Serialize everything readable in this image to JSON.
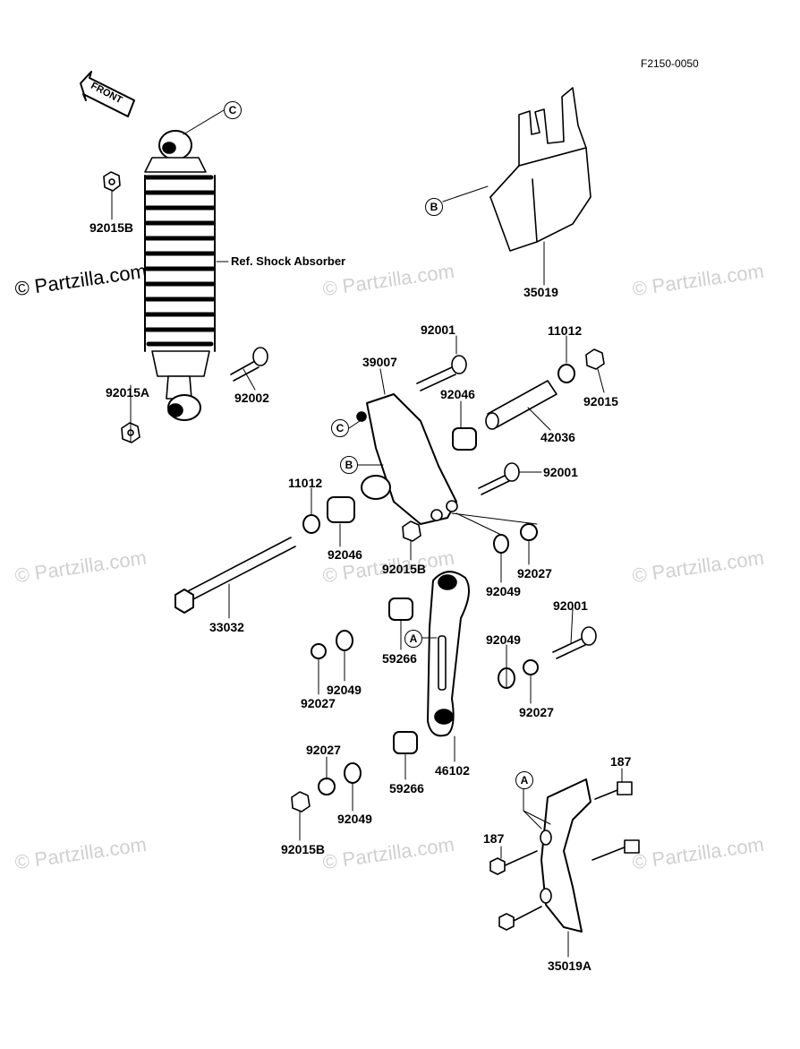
{
  "figure_code": "F2150-0050",
  "front_label": "FRONT",
  "ref_text": "Ref. Shock Absorber",
  "watermark": "© Partzilla.com",
  "part_labels": {
    "p92015B_top": "92015B",
    "p92015A": "92015A",
    "p92002": "92002",
    "p35019": "35019",
    "p92001_a": "92001",
    "p39007": "39007",
    "p11012_a": "11012",
    "p92015": "92015",
    "p92046_a": "92046",
    "p42036": "42036",
    "p92001_b": "92001",
    "p11012_b": "11012",
    "p92046_b": "92046",
    "p92015B_mid": "92015B",
    "p92049_a": "92049",
    "p92027_a": "92027",
    "p33032": "33032",
    "p59266_a": "59266",
    "p92001_c": "92001",
    "p92049_b": "92049",
    "p92027_b": "92027",
    "p92049_c": "92049",
    "p92027_c": "92027",
    "p46102": "46102",
    "p92027_d": "92027",
    "p59266_b": "59266",
    "p92049_d": "92049",
    "p92015B_bot": "92015B",
    "p187_a": "187",
    "p187_b": "187",
    "p35019A": "35019A"
  },
  "callouts": {
    "c_top": "C",
    "c_mid": "C",
    "b_top": "B",
    "b_mid": "B",
    "a_link": "A",
    "a_guard": "A"
  }
}
